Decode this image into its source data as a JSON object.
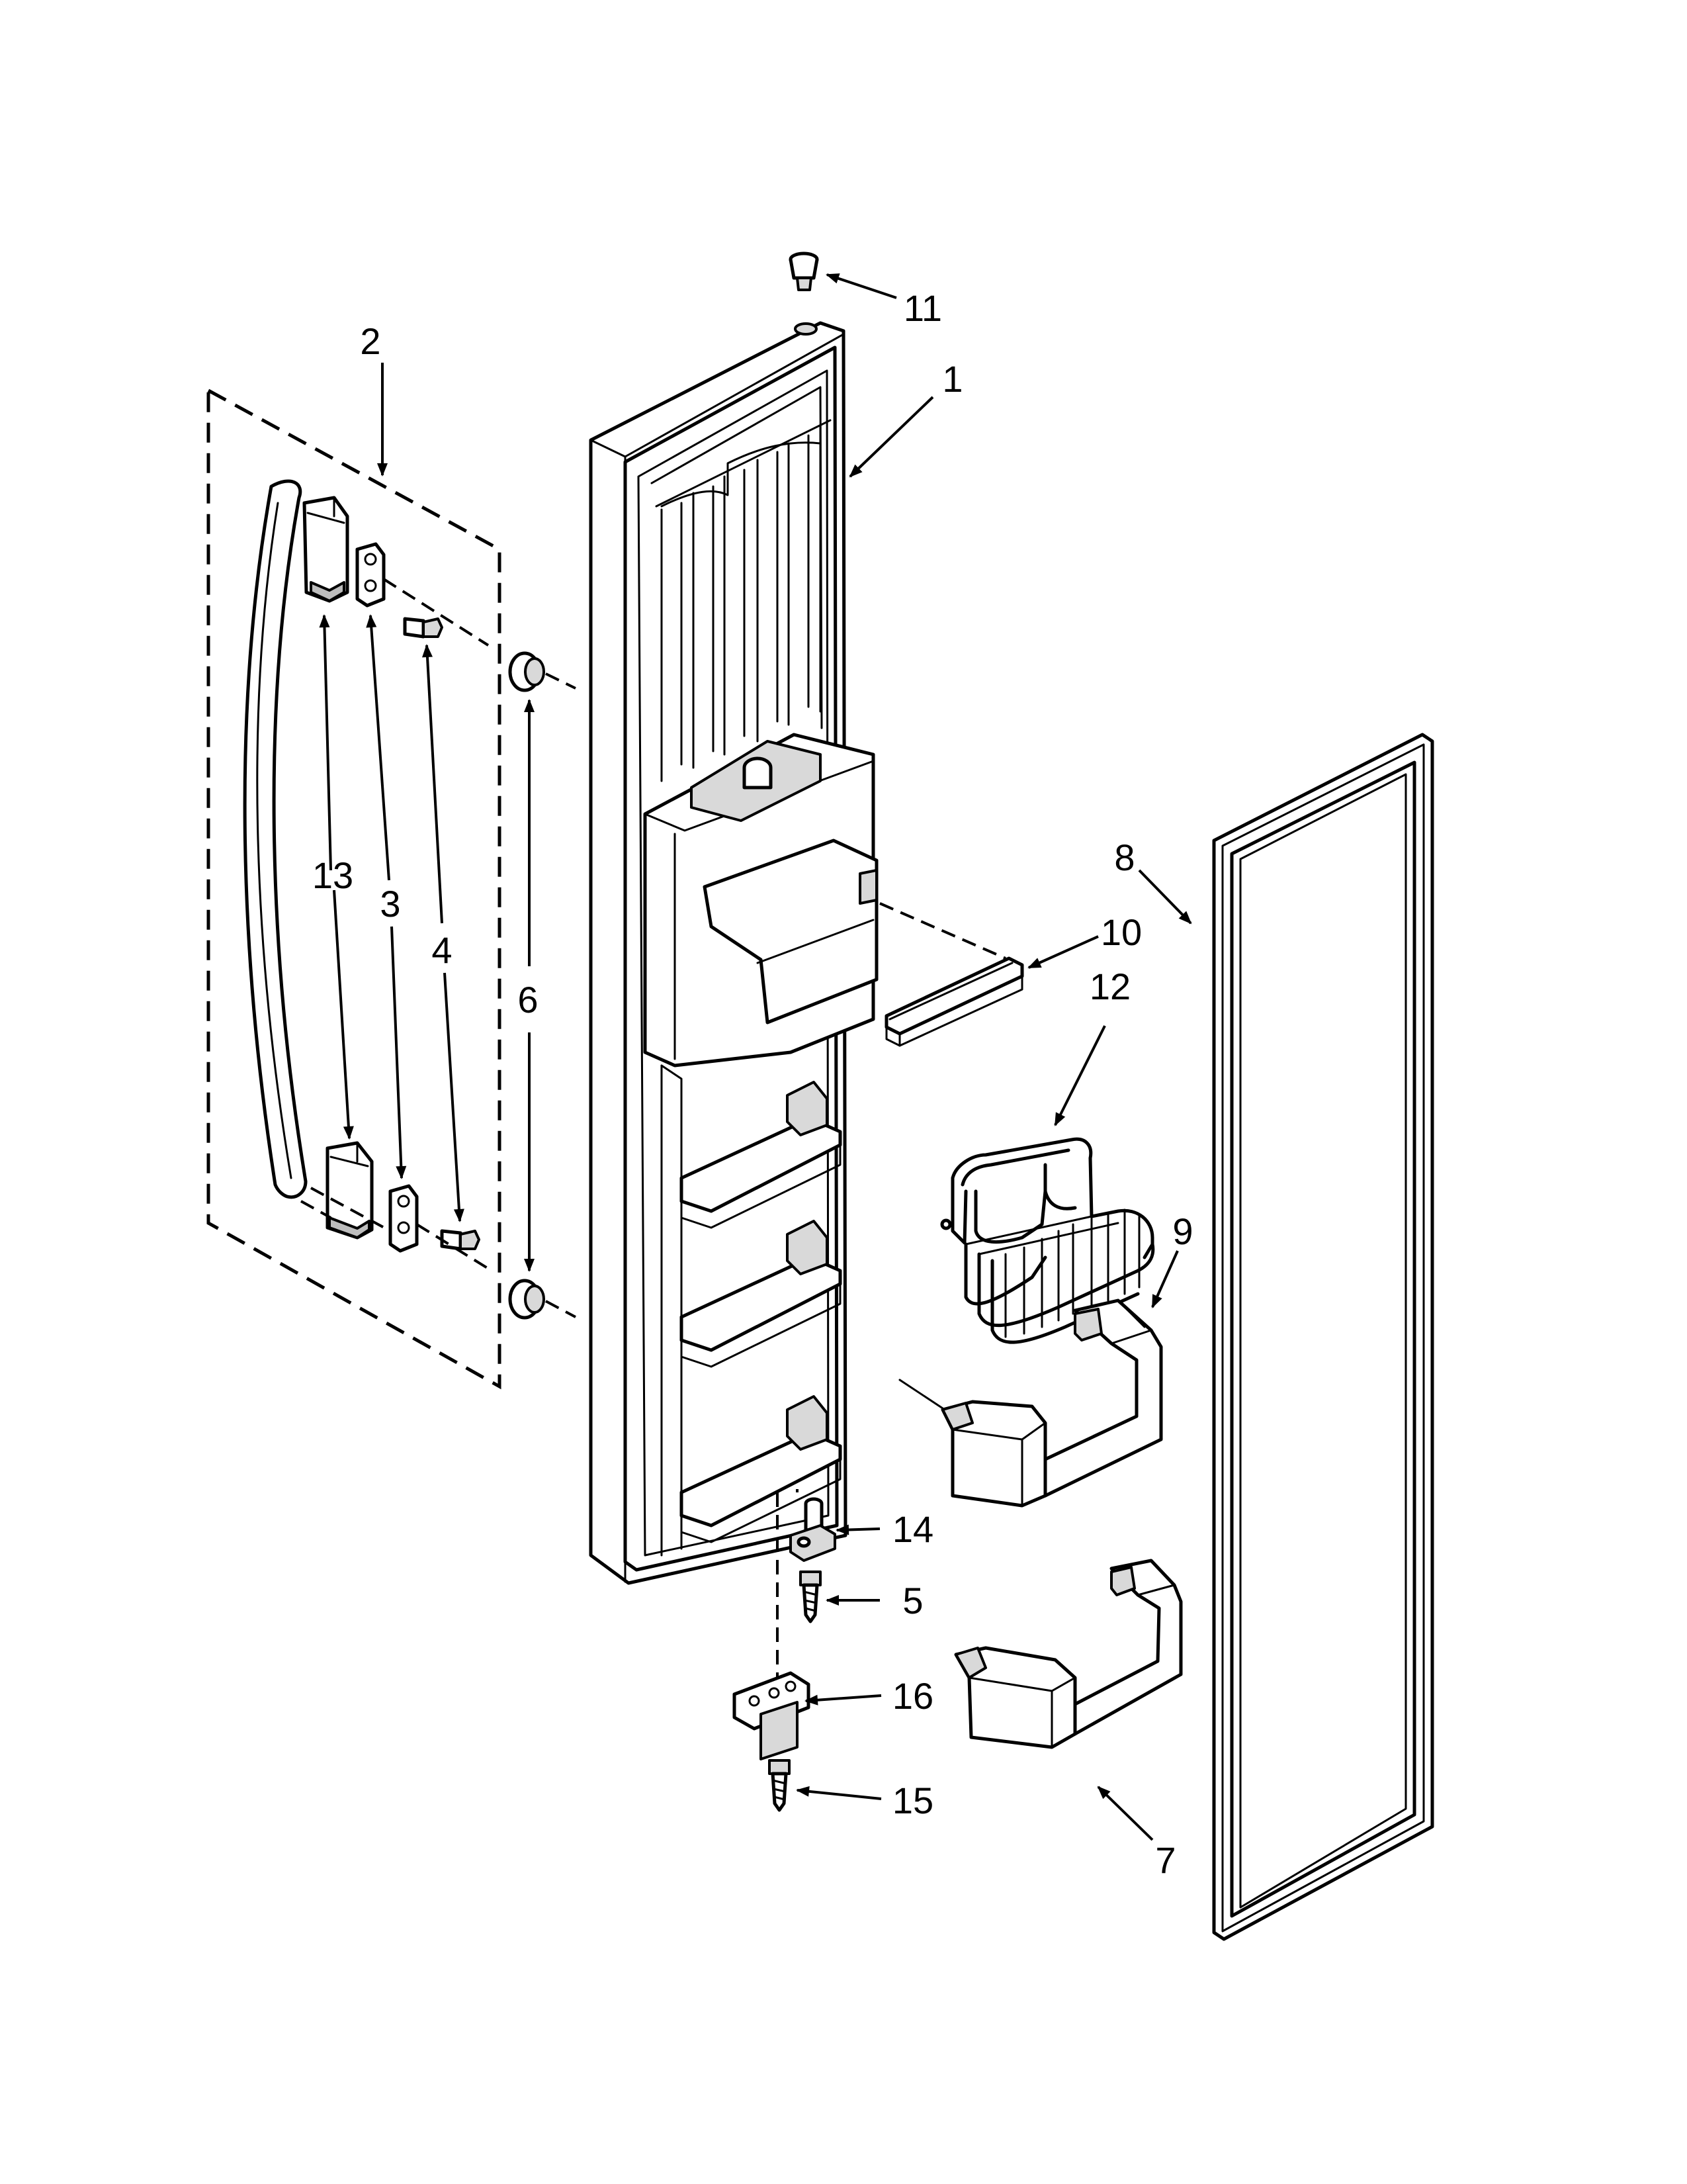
{
  "diagram": {
    "callouts": [
      {
        "id": "1",
        "label": "1"
      },
      {
        "id": "2",
        "label": "2"
      },
      {
        "id": "3",
        "label": "3"
      },
      {
        "id": "4",
        "label": "4"
      },
      {
        "id": "5",
        "label": "5"
      },
      {
        "id": "6",
        "label": "6"
      },
      {
        "id": "7",
        "label": "7"
      },
      {
        "id": "8",
        "label": "8"
      },
      {
        "id": "9",
        "label": "9"
      },
      {
        "id": "10",
        "label": "10"
      },
      {
        "id": "11",
        "label": "11"
      },
      {
        "id": "12",
        "label": "12"
      },
      {
        "id": "13",
        "label": "13"
      },
      {
        "id": "14",
        "label": "14"
      },
      {
        "id": "15",
        "label": "15"
      },
      {
        "id": "16",
        "label": "16"
      }
    ],
    "line_color": "#000000",
    "background": "#ffffff"
  }
}
